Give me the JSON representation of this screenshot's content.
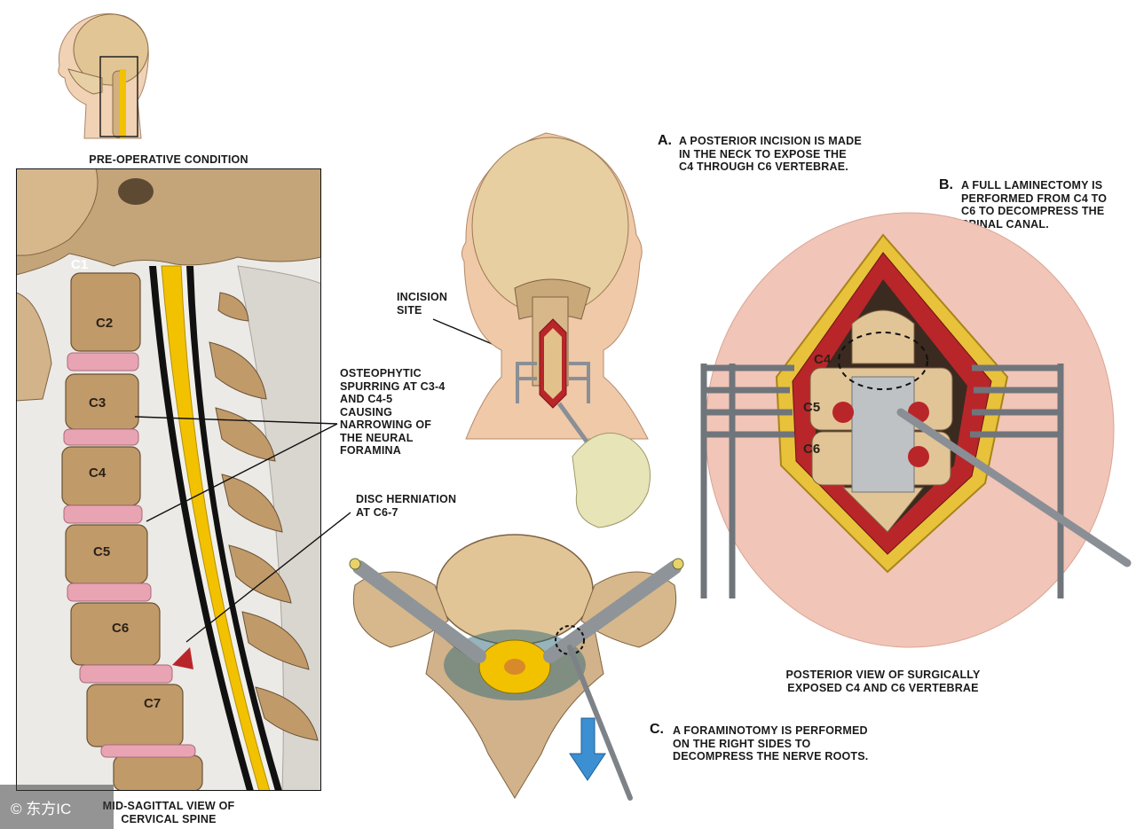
{
  "labels": {
    "pre_operative": "PRE-OPERATIVE CONDITION",
    "mid_sagittal": "MID-SAGITTAL VIEW OF\nCERVICAL SPINE",
    "incision_site": "INCISION\nSITE",
    "osteophytic": "OSTEOPHYTIC\nSPURRING AT C3-4\nAND C4-5\nCAUSING\nNARROWING OF\nTHE NEURAL\nFORAMINA",
    "disc_herniation": "DISC HERNIATION\nAT C6-7",
    "step_a_letter": "A.",
    "step_a_text": "A POSTERIOR INCISION IS MADE\nIN THE NECK TO EXPOSE THE\nC4 THROUGH C6 VERTEBRAE.",
    "step_b_letter": "B.",
    "step_b_text": "A FULL LAMINECTOMY IS\nPERFORMED FROM C4 TO\nC6 TO DECOMPRESS THE\nSPINAL CANAL.",
    "step_c_letter": "C.",
    "step_c_text": "A FORAMINOTOMY IS PERFORMED\nON THE RIGHT SIDES TO\nDECOMPRESS THE NERVE ROOTS.",
    "posterior_view": "POSTERIOR VIEW OF SURGICALLY\nEXPOSED C4 AND C6 VERTEBRAE"
  },
  "vertebrae_sagittal": [
    "C1",
    "C2",
    "C3",
    "C4",
    "C5",
    "C6",
    "C7"
  ],
  "vertebrae_posterior": [
    "C4",
    "C5",
    "C6"
  ],
  "watermark": "© 东方IC",
  "colors": {
    "bone": "#c9a77a",
    "disc": "#e9a4b4",
    "cord": "#f2c200",
    "muscle": "#b8262a",
    "fat": "#e8c23a",
    "skin": "#f0c9a8",
    "instrument": "#9aa0a6"
  }
}
